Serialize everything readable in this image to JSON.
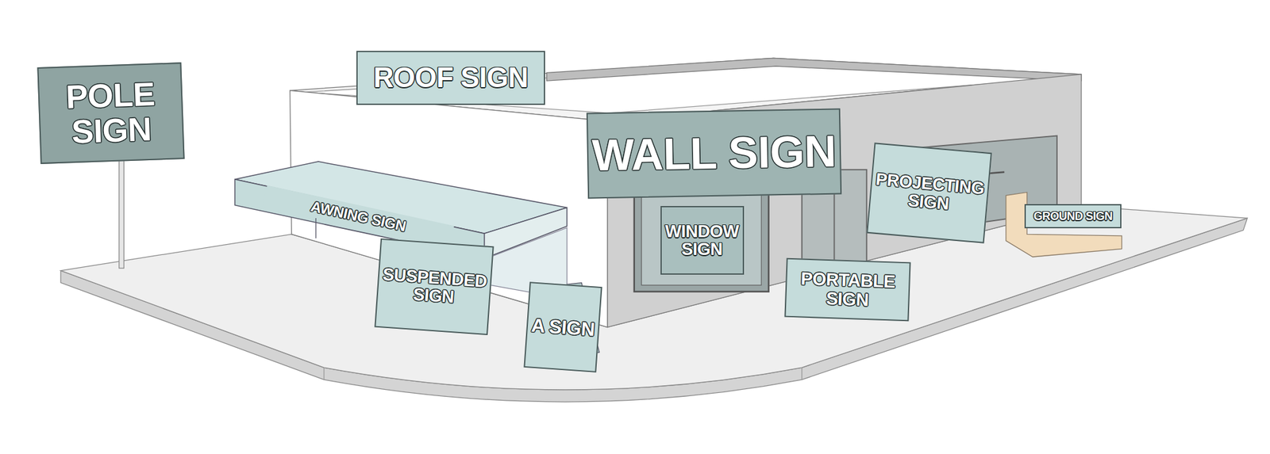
{
  "diagram": {
    "nodes": [
      {
        "text": [
          "POLE SIGN"
        ]
      },
      {
        "text": [
          "ROOF SIGN"
        ]
      },
      {
        "text": [
          "WALL SIGN"
        ]
      },
      {
        "text": [
          "AWNING SIGN"
        ]
      },
      {
        "text": [
          "WINDOW SIGN"
        ]
      },
      {
        "text": [
          "PROJECTING SIGN"
        ]
      },
      {
        "text": [
          "GROUND SIGN"
        ]
      },
      {
        "text": [
          "SUSPENDED SIGN"
        ]
      },
      {
        "text": [
          "PORTABLE SIGN"
        ]
      },
      {
        "text": [
          "A SIGN"
        ]
      }
    ]
  }
}
